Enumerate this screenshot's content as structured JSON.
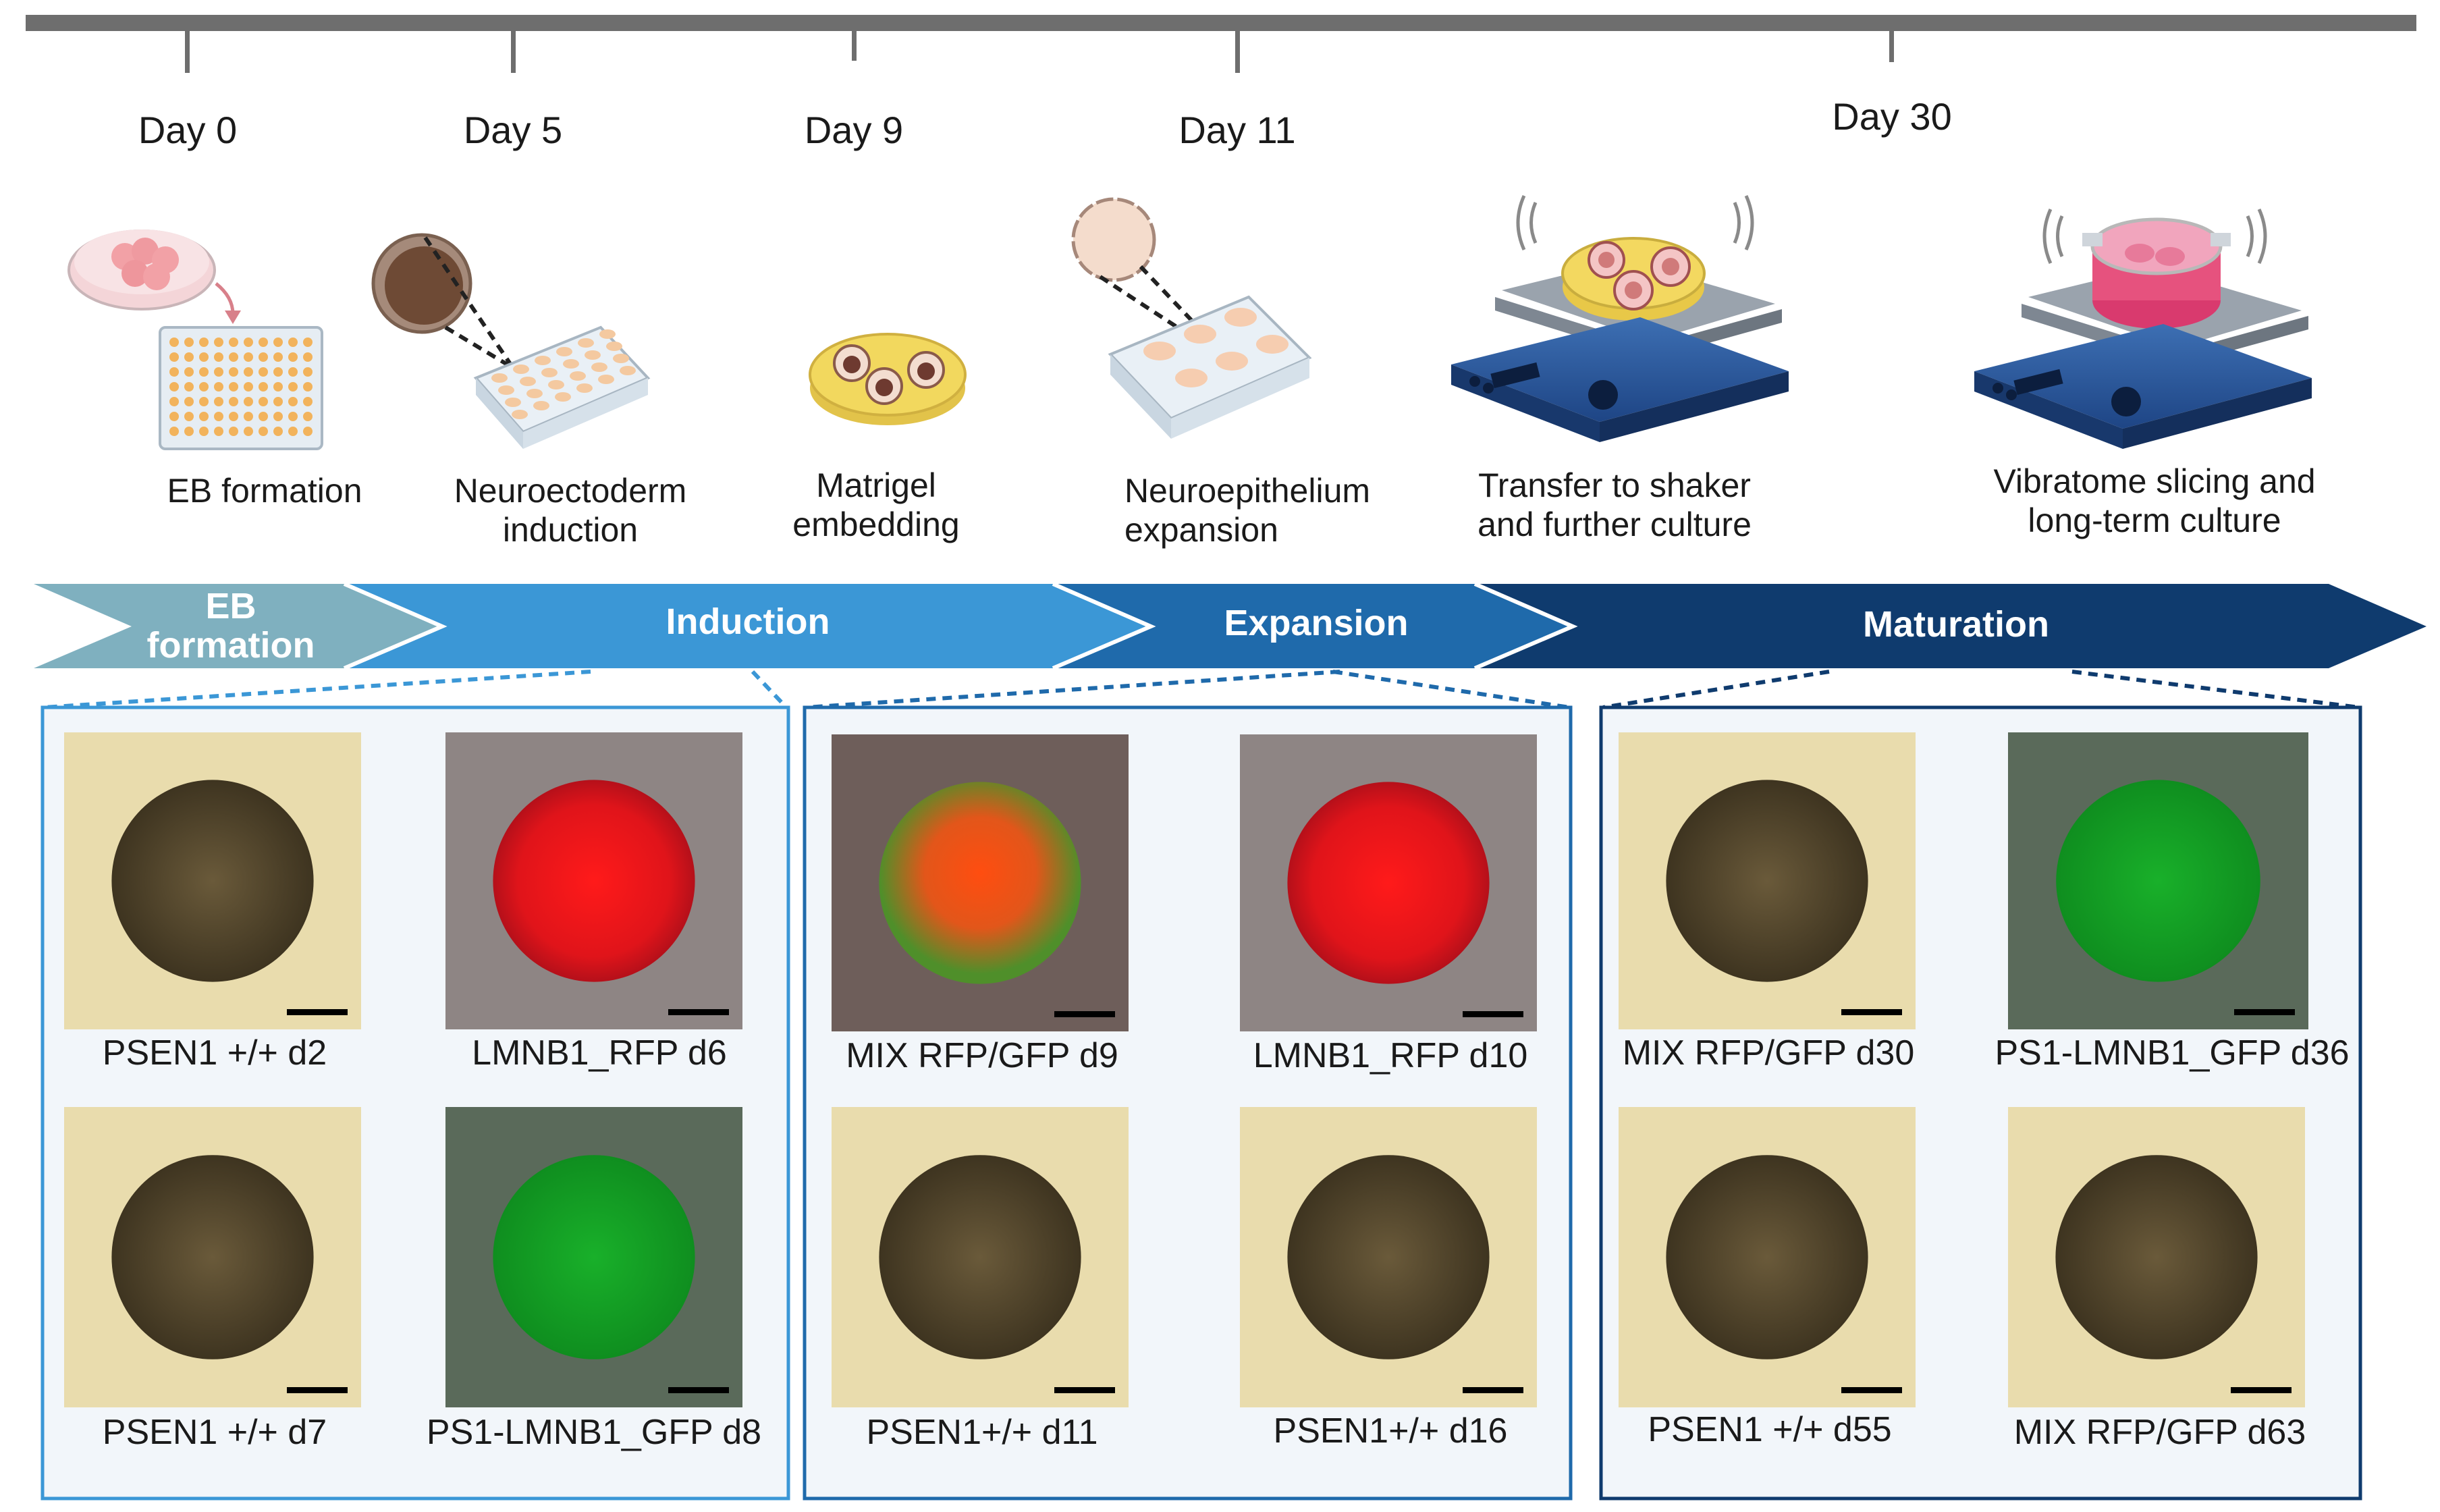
{
  "timeline": {
    "days": [
      "Day 0",
      "Day 5",
      "Day 9",
      "Day 11",
      "Day 30"
    ]
  },
  "steps": [
    {
      "line1": "EB formation",
      "line2": ""
    },
    {
      "line1": "Neuroectoderm",
      "line2": "induction"
    },
    {
      "line1": "Matrigel",
      "line2": "embedding"
    },
    {
      "line1": "Neuroepithelium",
      "line2": "expansion"
    },
    {
      "line1": "Transfer to shaker",
      "line2": "and further culture"
    },
    {
      "line1": "Vibratome slicing and",
      "line2": "long-term culture"
    }
  ],
  "phases": [
    {
      "line1": "EB",
      "line2": "formation",
      "color": "#7fb0bf"
    },
    {
      "line1": "Induction",
      "line2": "",
      "color": "#3b97d6"
    },
    {
      "line1": "Expansion",
      "line2": "",
      "color": "#1f6aab"
    },
    {
      "line1": "Maturation",
      "line2": "",
      "color": "#0f3b6e"
    }
  ],
  "panels": [
    {
      "phase": "Induction",
      "images": [
        {
          "caption": "PSEN1 +/+ d2",
          "kind": "brightfield"
        },
        {
          "caption": "LMNB1_RFP  d6",
          "kind": "red"
        },
        {
          "caption": "PSEN1 +/+ d7",
          "kind": "brightfield"
        },
        {
          "caption": "PS1-LMNB1_GFP d8",
          "kind": "green"
        }
      ]
    },
    {
      "phase": "Expansion",
      "images": [
        {
          "caption": "MIX RFP/GFP d9",
          "kind": "mix"
        },
        {
          "caption": "LMNB1_RFP d10",
          "kind": "red"
        },
        {
          "caption": "PSEN1+/+ d11",
          "kind": "brightfield"
        },
        {
          "caption": "PSEN1+/+ d16",
          "kind": "brightfield"
        }
      ]
    },
    {
      "phase": "Maturation",
      "images": [
        {
          "caption": "MIX RFP/GFP d30",
          "kind": "brightfield"
        },
        {
          "caption": "PS1-LMNB1_GFP  d36",
          "kind": "green"
        },
        {
          "caption": "PSEN1 +/+ d55",
          "kind": "brightfield"
        },
        {
          "caption": "MIX RFP/GFP d63",
          "kind": "brightfield"
        }
      ]
    }
  ],
  "colors": {
    "timeline_bar": "#6e6e6e",
    "panel_induction": "#3b97d6",
    "panel_expansion": "#1f6aab",
    "panel_maturation": "#0f3b6e",
    "panel_fill": "#f2f6fa"
  }
}
